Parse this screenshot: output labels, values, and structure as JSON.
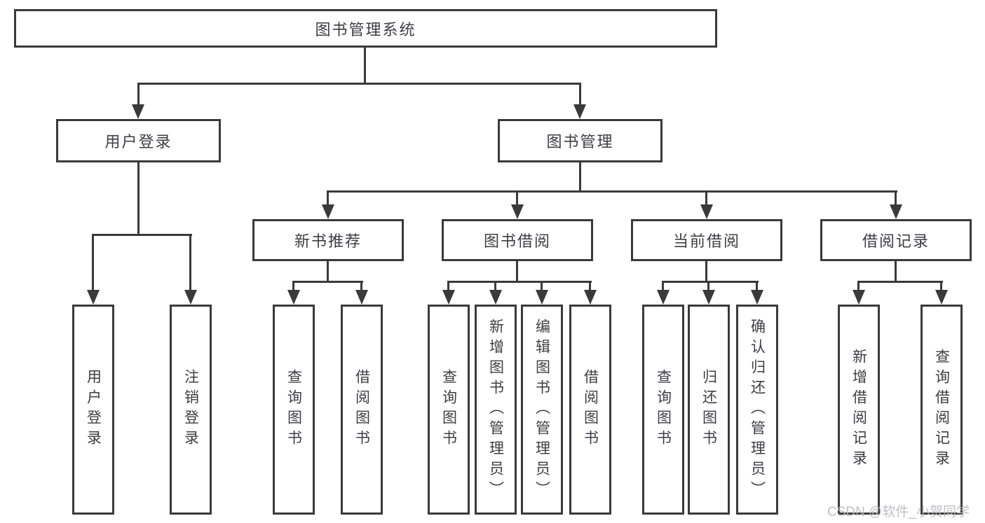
{
  "diagram": {
    "root": {
      "label": "图书管理系统"
    },
    "branches": {
      "user_login": {
        "label": "用户登录",
        "children": [
          {
            "label": "用户登录"
          },
          {
            "label": "注销登录"
          }
        ]
      },
      "book_management": {
        "label": "图书管理",
        "children": [
          {
            "label": "新书推荐",
            "children": [
              {
                "label": "查询图书"
              },
              {
                "label": "借阅图书"
              }
            ]
          },
          {
            "label": "图书借阅",
            "children": [
              {
                "label": "查询图书"
              },
              {
                "label": "新增图书（管理员）"
              },
              {
                "label": "编辑图书（管理员）"
              },
              {
                "label": "借阅图书"
              }
            ]
          },
          {
            "label": "当前借阅",
            "children": [
              {
                "label": "查询图书"
              },
              {
                "label": "归还图书"
              },
              {
                "label": "确认归还（管理员）"
              }
            ]
          },
          {
            "label": "借阅记录",
            "children": [
              {
                "label": "新增借阅记录"
              },
              {
                "label": "查询借阅记录"
              }
            ]
          }
        ]
      }
    }
  },
  "watermark": {
    "text": "CSDN @软件_小贺同学"
  },
  "colors": {
    "line": "#3a3a3a",
    "text": "#3d3d45",
    "background": "#ffffff",
    "watermark": "#b9b9bd"
  }
}
